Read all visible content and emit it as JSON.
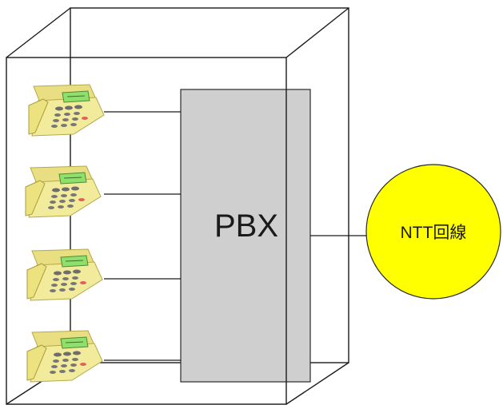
{
  "diagram": {
    "pbx_label": "PBX",
    "ntt_label": "NTT回線",
    "phone_count": 4,
    "colors": {
      "pbx_fill": "#cfcfcf",
      "ntt_fill": "#ffff00",
      "phone_body": "#f3eb9c",
      "phone_screen": "#8fe06a",
      "line": "#1a1a1a"
    }
  }
}
